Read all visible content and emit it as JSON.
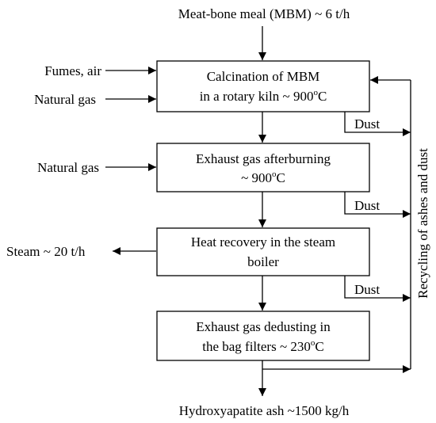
{
  "input_top": "Meat-bone meal (MBM) ~ 6 t/h",
  "input_fumes": "Fumes, air",
  "input_gas_1": "Natural gas",
  "input_gas_2": "Natural gas",
  "output_steam": "Steam ~ 20 t/h",
  "output_bottom": "Hydroxyapatite ash ~1500 kg/h",
  "recycle_label": "Recycling of ashes and dust",
  "dust_label": "Dust",
  "boxes": [
    {
      "line1": "Calcination of MBM",
      "line2": "in a rotary kiln ~ 900",
      "sup": "o",
      "line2_end": "C"
    },
    {
      "line1": "Exhaust gas afterburning",
      "line2": "~ 900",
      "sup": "o",
      "line2_end": "C"
    },
    {
      "line1": "Heat recovery in the steam",
      "line2": "boiler"
    },
    {
      "line1": "Exhaust gas dedusting in",
      "line2": "the bag filters ~ 230",
      "sup": "o",
      "line2_end": "C"
    }
  ]
}
